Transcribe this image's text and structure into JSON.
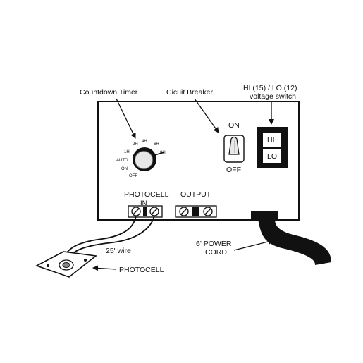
{
  "labels": {
    "countdown_timer": "Countdown Timer",
    "circuit_breaker": "Cicuit Breaker",
    "voltage_switch_line1": "HI (15) / LO (12)",
    "voltage_switch_line2": "voltage switch",
    "breaker_on": "ON",
    "breaker_off": "OFF",
    "switch_hi": "HI",
    "switch_lo": "LO",
    "photocell_terminal": "PHOTOCELL",
    "photocell_in": "IN",
    "output_terminal": "OUTPUT",
    "wire_length": "25' wire",
    "power_cord_line1": "6' POWER",
    "power_cord_line2": "CORD",
    "photocell_sensor": "PHOTOCELL"
  },
  "timer_dial": {
    "marks": [
      "2H",
      "4H",
      "6H",
      "1H",
      "8H",
      "AUTO",
      "ON",
      "OFF"
    ]
  }
}
